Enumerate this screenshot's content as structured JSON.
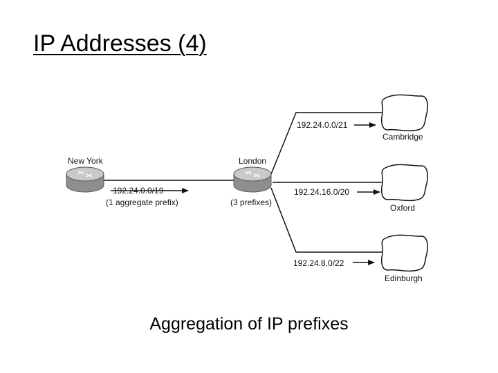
{
  "slide": {
    "title": "IP Addresses (4)",
    "caption": "Aggregation of IP prefixes"
  },
  "routers": [
    {
      "id": "new-york",
      "name": "New York"
    },
    {
      "id": "london",
      "name": "London"
    }
  ],
  "links": {
    "newyork_to_london": {
      "prefix": "192.24.0.0/19",
      "note": "(1 aggregate prefix)"
    },
    "london_note": "(3 prefixes)"
  },
  "networks": [
    {
      "id": "cambridge",
      "name": "Cambridge",
      "prefix": "192.24.0.0/21"
    },
    {
      "id": "oxford",
      "name": "Oxford",
      "prefix": "192.24.16.0/20"
    },
    {
      "id": "edinburgh",
      "name": "Edinburgh",
      "prefix": "192.24.8.0/22"
    }
  ],
  "colors": {
    "router_body": "#9a9a9a",
    "router_top": "#c8c8c8",
    "line": "#111111"
  }
}
